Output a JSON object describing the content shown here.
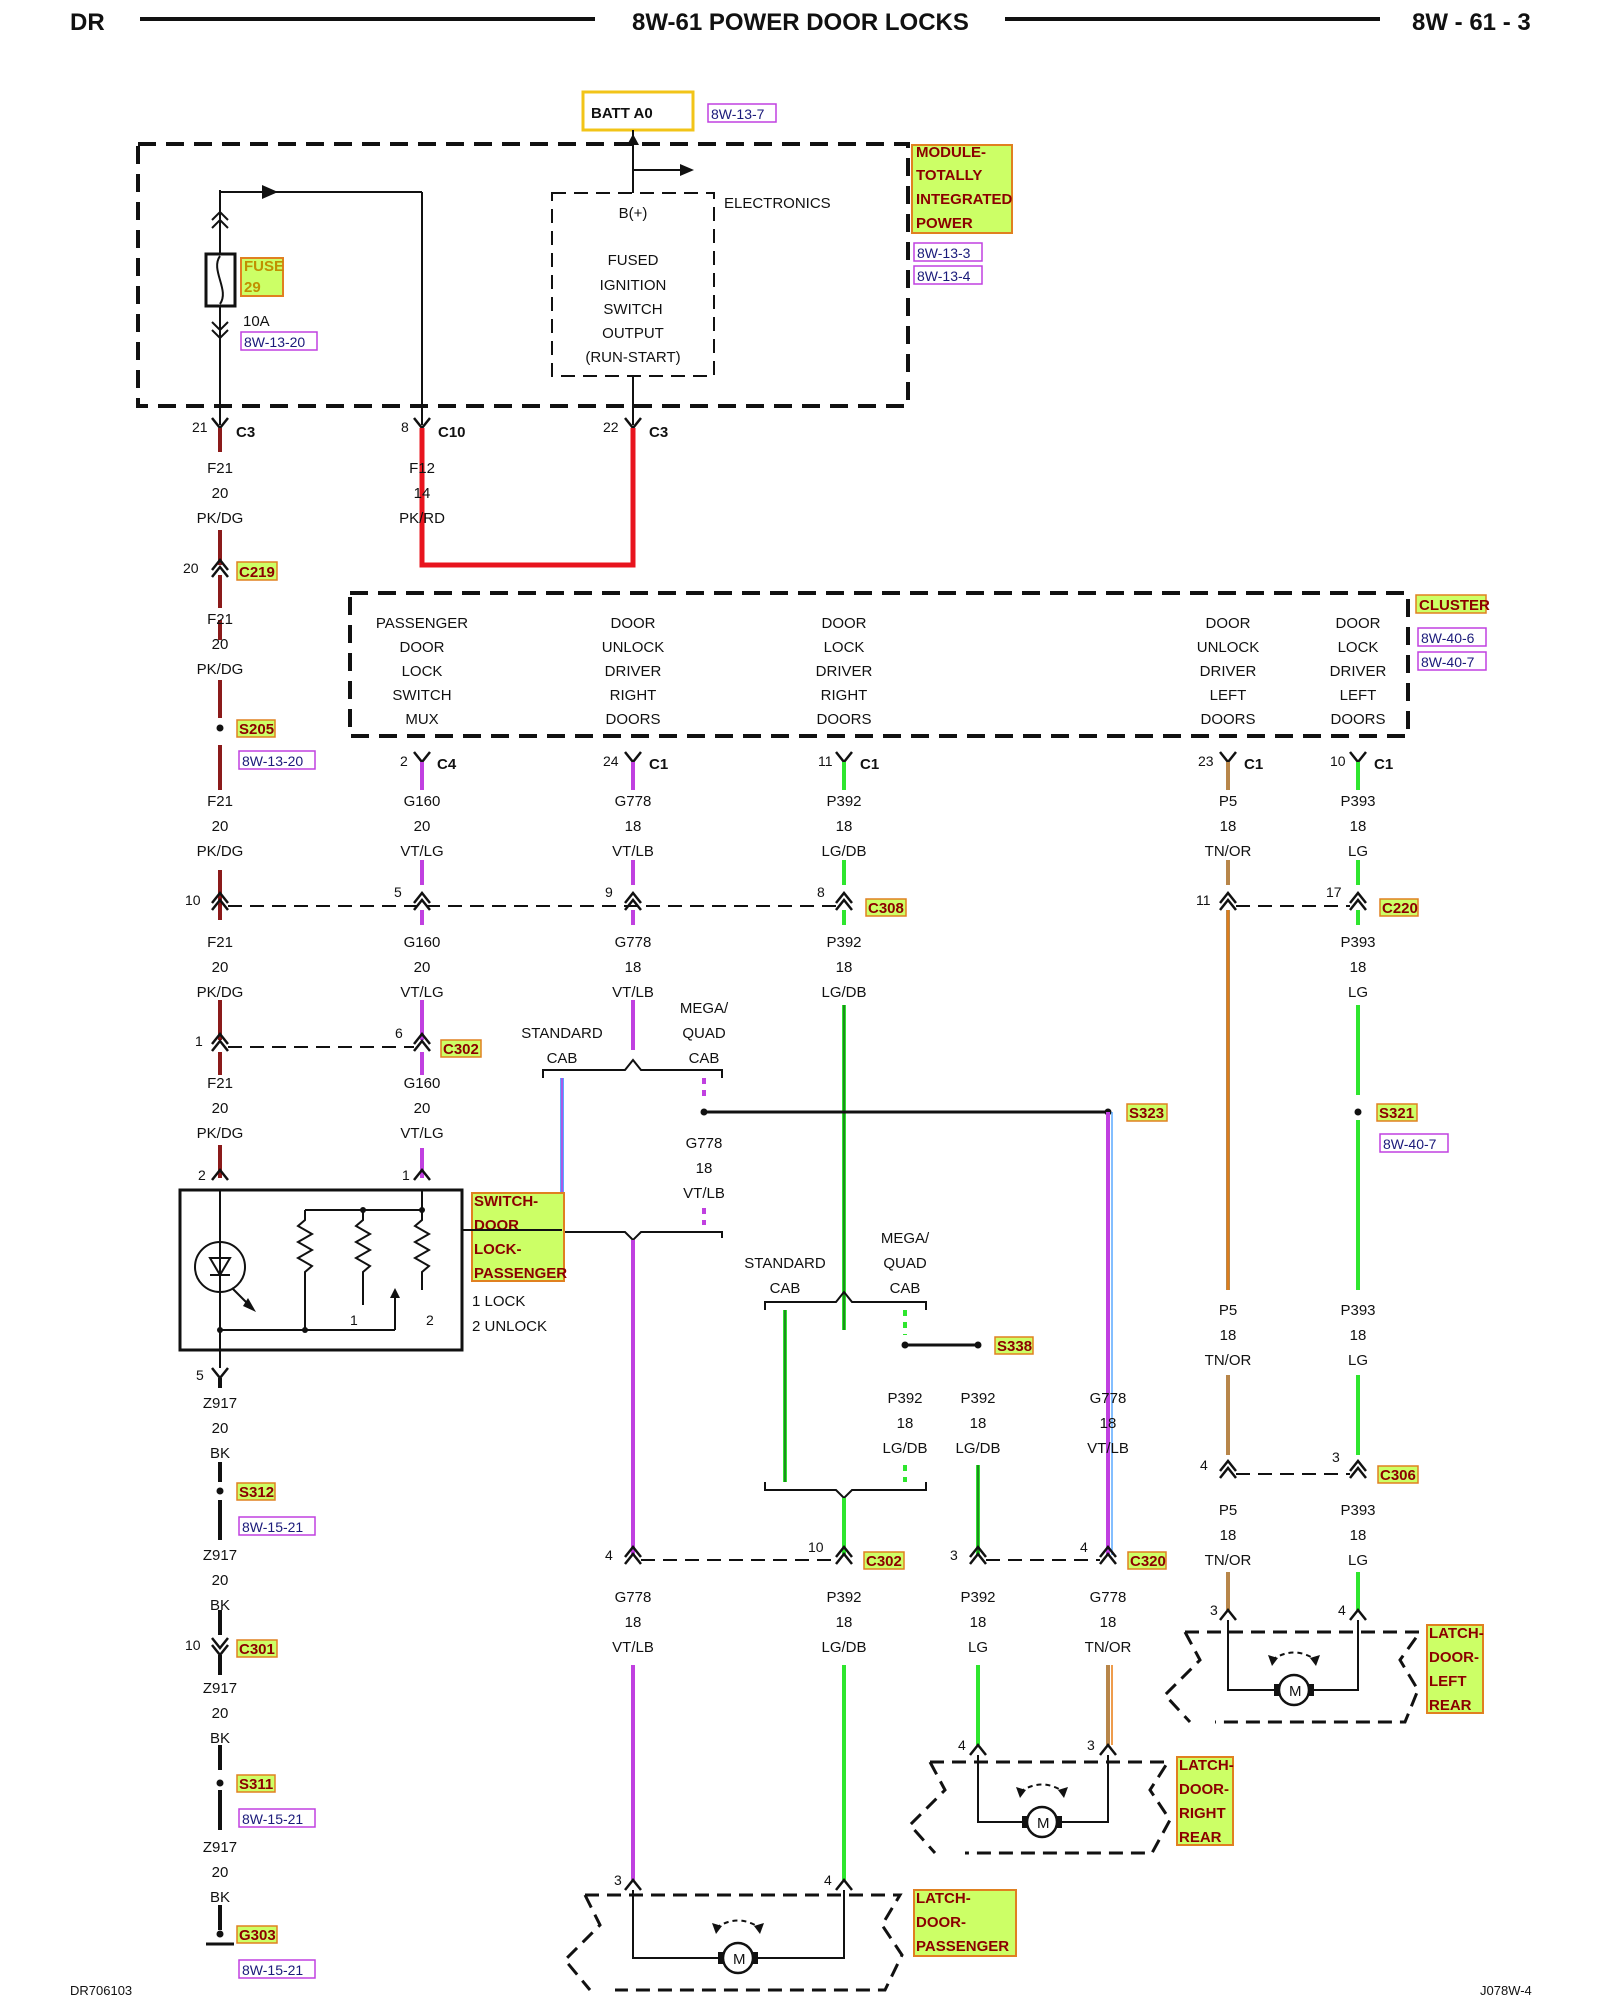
{
  "header": {
    "left": "DR",
    "title": "8W-61 POWER DOOR LOCKS",
    "right": "8W - 61 - 3"
  },
  "footer": {
    "left": "DR706103",
    "right": "J078W-4"
  },
  "colors": {
    "pk_dg": "#8b1a1a",
    "pk_rd": "#e8141e",
    "vt": "#c040e0",
    "lb": "#5aaaff",
    "lg": "#2ee62e",
    "db": "#1a6e1a",
    "tn": "#b8864a",
    "or": "#e87a10",
    "bk": "#111111",
    "highlight": "#ccff66",
    "highlight_border": "#e08020",
    "ref_border": "#c040e0"
  },
  "modules": {
    "batt": {
      "label": "BATT A0",
      "ref": "8W-13-7"
    },
    "tipm": {
      "label": [
        "MODULE-",
        "TOTALLY",
        "INTEGRATED",
        "POWER"
      ],
      "refs": [
        "8W-13-3",
        "8W-13-4"
      ]
    },
    "electronics": {
      "label": "ELECTRONICS",
      "lines": [
        "B(+)",
        "FUSED",
        "IGNITION",
        "SWITCH",
        "OUTPUT",
        "(RUN-START)"
      ]
    },
    "fuse": {
      "label": "FUSE",
      "number": "29",
      "rating": "10A",
      "ref": "8W-13-20"
    },
    "cluster": {
      "label": "CLUSTER",
      "refs": [
        "8W-40-6",
        "8W-40-7"
      ],
      "cols": [
        [
          "PASSENGER",
          "DOOR",
          "LOCK",
          "SWITCH",
          "MUX"
        ],
        [
          "DOOR",
          "UNLOCK",
          "DRIVER",
          "RIGHT",
          "DOORS"
        ],
        [
          "DOOR",
          "LOCK",
          "DRIVER",
          "RIGHT",
          "DOORS"
        ],
        [
          "DOOR",
          "UNLOCK",
          "DRIVER",
          "LEFT",
          "DOORS"
        ],
        [
          "DOOR",
          "LOCK",
          "DRIVER",
          "LEFT",
          "DOORS"
        ]
      ]
    },
    "switch": {
      "label": [
        "SWITCH-",
        "DOOR",
        "LOCK-",
        "PASSENGER"
      ],
      "legend": [
        "1 LOCK",
        "2 UNLOCK"
      ],
      "pin1": "1",
      "pin2": "2"
    },
    "latch_pass": {
      "label": [
        "LATCH-",
        "DOOR-",
        "PASSENGER"
      ]
    },
    "latch_rr": {
      "label": [
        "LATCH-",
        "DOOR-",
        "RIGHT",
        "REAR"
      ]
    },
    "latch_lr": {
      "label": [
        "LATCH-",
        "DOOR-",
        "LEFT",
        "REAR"
      ]
    },
    "motor": "M"
  },
  "connectors": {
    "c3a": {
      "pin": "21",
      "name": "C3"
    },
    "c10": {
      "pin": "8",
      "name": "C10"
    },
    "c3b": {
      "pin": "22",
      "name": "C3"
    },
    "c219": {
      "pin": "20",
      "name": "C219"
    },
    "c4": {
      "pin": "2",
      "name": "C4"
    },
    "c1a": {
      "pin": "24",
      "name": "C1"
    },
    "c1b": {
      "pin": "11",
      "name": "C1"
    },
    "c1c": {
      "pin": "23",
      "name": "C1"
    },
    "c1d": {
      "pin": "10",
      "name": "C1"
    },
    "c308": {
      "pins": [
        "10",
        "5",
        "9",
        "8"
      ],
      "name": "C308"
    },
    "c220": {
      "pins": [
        "11",
        "17"
      ],
      "name": "C220"
    },
    "c302a": {
      "pins": [
        "1",
        "6"
      ],
      "name": "C302"
    },
    "sw_pins": [
      "2",
      "1",
      "5"
    ],
    "c301": {
      "pin": "10",
      "name": "C301"
    },
    "c306": {
      "pins": [
        "4",
        "3"
      ],
      "name": "C306"
    },
    "c302b": {
      "pins": [
        "4",
        "10"
      ],
      "name": "C302"
    },
    "c320": {
      "pins": [
        "3",
        "4"
      ],
      "name": "C320"
    },
    "latch_pins": {
      "pass": [
        "3",
        "4"
      ],
      "rr": [
        "4",
        "3"
      ],
      "lr": [
        "3",
        "4"
      ]
    }
  },
  "splices": {
    "s205": {
      "name": "S205",
      "ref": "8W-13-20"
    },
    "s323": {
      "name": "S323"
    },
    "s321": {
      "name": "S321",
      "ref": "8W-40-7"
    },
    "s338": {
      "name": "S338"
    },
    "s312": {
      "name": "S312",
      "ref": "8W-15-21"
    },
    "s311": {
      "name": "S311",
      "ref": "8W-15-21"
    },
    "g303": {
      "name": "G303",
      "ref": "8W-15-21"
    }
  },
  "wires": {
    "f21": [
      "F21",
      "20",
      "PK/DG"
    ],
    "f12": [
      "F12",
      "14",
      "PK/RD"
    ],
    "g160": [
      "G160",
      "20",
      "VT/LG"
    ],
    "g778": [
      "G778",
      "18",
      "VT/LB"
    ],
    "p392": [
      "P392",
      "18",
      "LG/DB"
    ],
    "p392lg": [
      "P392",
      "18",
      "LG"
    ],
    "p5": [
      "P5",
      "18",
      "TN/OR"
    ],
    "p393": [
      "P393",
      "18",
      "LG"
    ],
    "g778tn": [
      "G778",
      "18",
      "TN/OR"
    ],
    "z917": [
      "Z917",
      "20",
      "BK"
    ]
  },
  "cab": {
    "standard": [
      "STANDARD",
      "CAB"
    ],
    "megaquad": [
      "MEGA/",
      "QUAD",
      "CAB"
    ]
  }
}
